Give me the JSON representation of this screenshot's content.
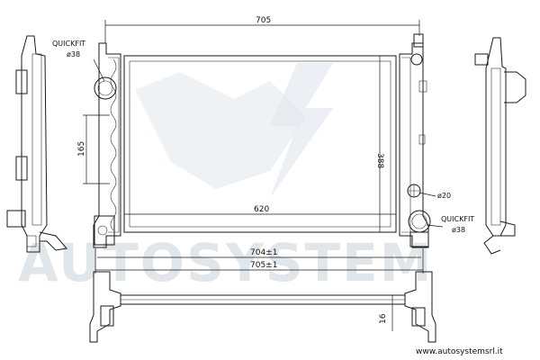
{
  "dimensions": {
    "top_width": "705",
    "height": "388",
    "core_width": "620",
    "lower_width_1": "704±1",
    "lower_width_2": "705±1",
    "side_height": "165",
    "bottom_height": "16",
    "connector_dia": "ø20"
  },
  "callouts": {
    "quickfit_top_label": "QUICKFIT",
    "quickfit_top_dia": "ø38",
    "quickfit_bottom_label": "QUICKFIT",
    "quickfit_bottom_dia": "ø38"
  },
  "watermark": "AUTOSYSTEM",
  "website": "www.autosystemsrl.it",
  "colors": {
    "line": "#1a1a1a",
    "watermark": "#c9d3dc",
    "background": "#ffffff"
  }
}
